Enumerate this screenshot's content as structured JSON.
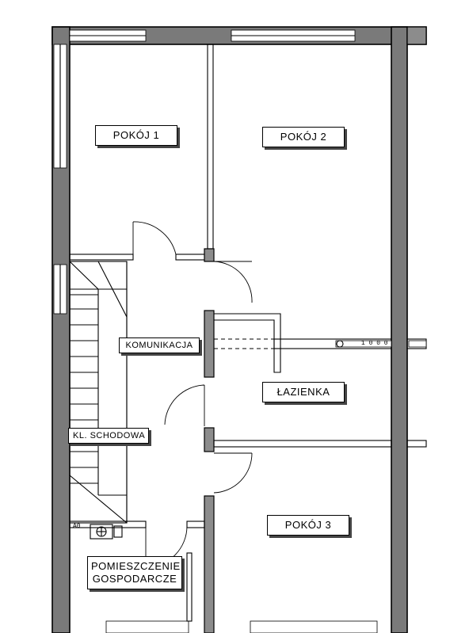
{
  "rooms": {
    "pokoj1": "POKÓJ 1",
    "pokoj2": "POKÓJ 2",
    "pokoj3": "POKÓJ 3",
    "lazienka": "ŁAZIENKA",
    "komunikacja": "KOMUNIKACJA",
    "klatka": "KL. SCHODOWA",
    "gospodarcze_line1": "POMIESZCZENIE",
    "gospodarcze_line2": "GOSPODARCZE"
  },
  "tags": {
    "vent_label": "1 0 0 0",
    "device_label": "A0"
  }
}
